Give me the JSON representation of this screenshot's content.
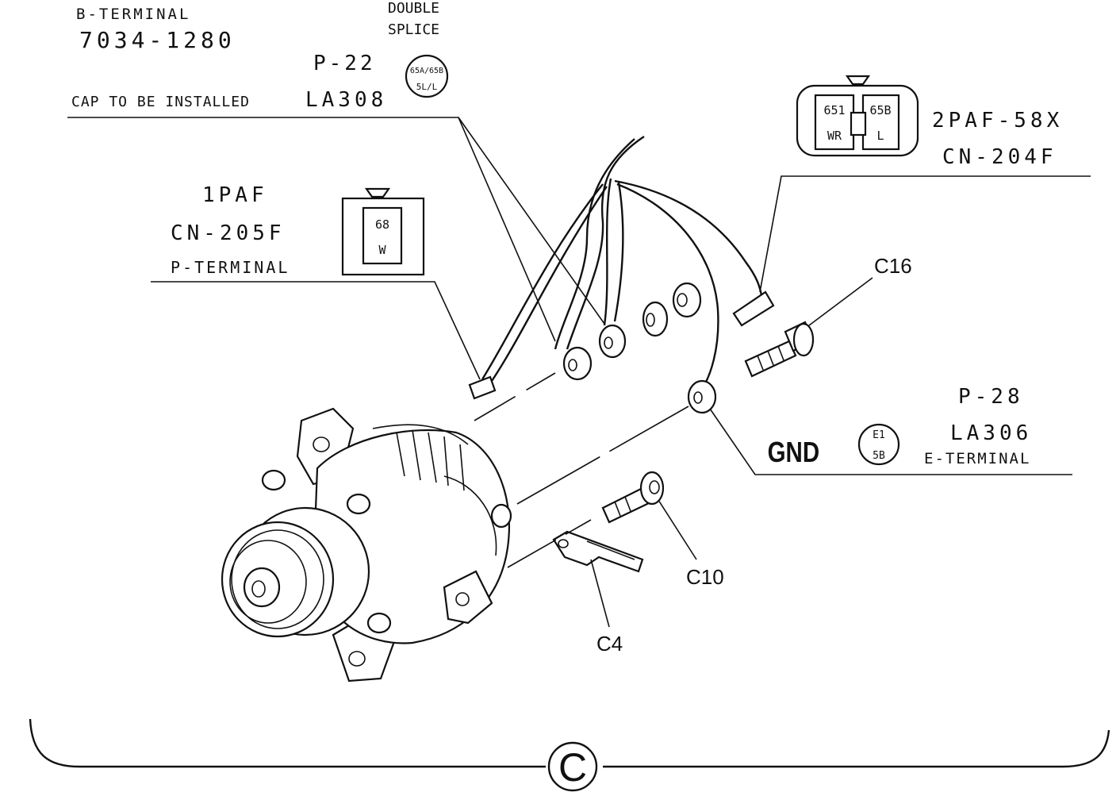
{
  "labels": {
    "b_terminal": "B-TERMINAL",
    "b_part_no": "7034-1280",
    "double_splice_1": "DOUBLE",
    "double_splice_2": "SPLICE",
    "p22": "P-22",
    "cap_note": "CAP TO BE INSTALLED",
    "la308": "LA308",
    "splice_top": "65A/65B",
    "splice_bottom": "5L/L",
    "connector_2paf": "2PAF-58X",
    "cn204f": "CN-204F",
    "pin_651": "651",
    "pin_wr": "WR",
    "pin_65b": "65B",
    "pin_l": "L",
    "connector_1paf": "1PAF",
    "cn205f": "CN-205F",
    "p_terminal": "P-TERMINAL",
    "pin_68": "68",
    "pin_w": "W",
    "c16": "C16",
    "p28": "P-28",
    "la306": "LA306",
    "gnd": "GND",
    "e1": "E1",
    "e_58": "5B",
    "e_terminal": "E-TERMINAL",
    "c10": "C10",
    "c4": "C4",
    "group": "C"
  }
}
